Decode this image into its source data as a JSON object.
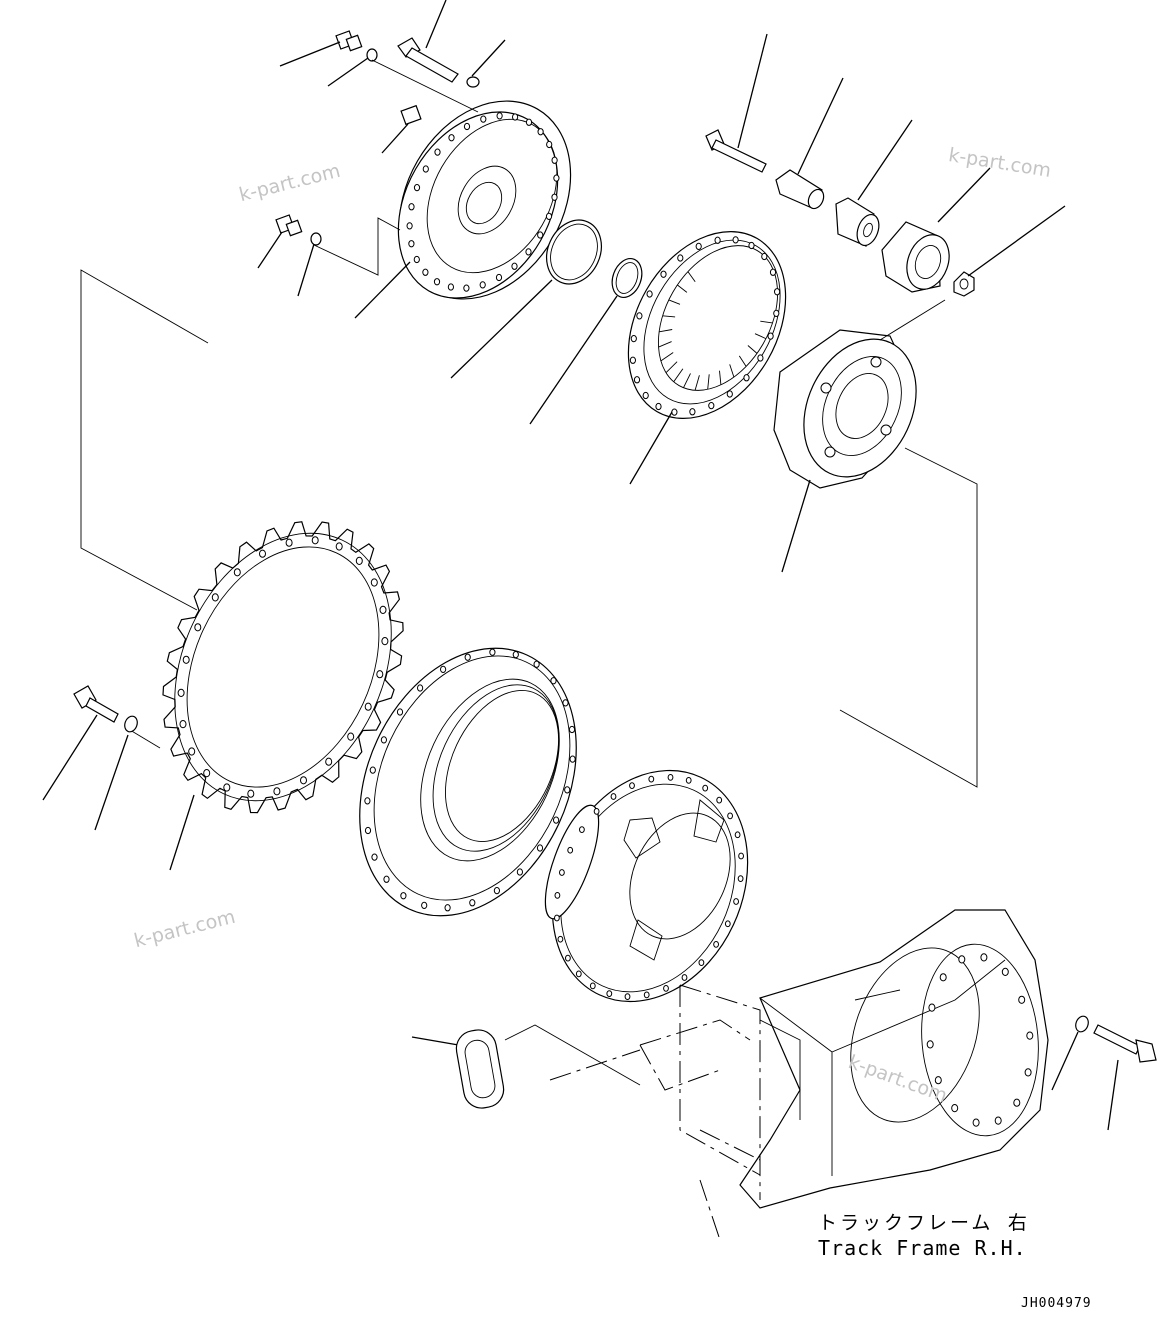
{
  "drawing": {
    "label_jp": "トラックフレーム 右",
    "label_en": "Track Frame R.H.",
    "drawing_id": "JH004979",
    "watermark": "k-part.com"
  },
  "parts": {
    "planetary_cover": "planetary-cover",
    "snap_ring_large": "snap-ring",
    "snap_ring_small": "snap-ring",
    "ring_gear": "ring-gear",
    "planet_carrier": "planet-carrier",
    "sprocket": "sprocket",
    "hub_housing": "hub-housing",
    "final_drive_motor": "final-drive-motor",
    "track_frame": "track-frame",
    "seal_ring": "seal"
  }
}
